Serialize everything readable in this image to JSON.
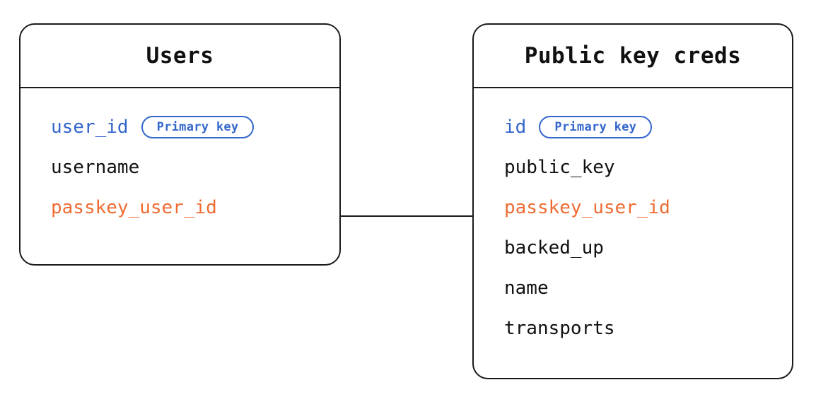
{
  "diagram": {
    "type": "entity-relationship-diagram",
    "background_color": "#ffffff",
    "colors": {
      "stroke": "#1a1a1a",
      "text": "#111111",
      "primary_key": "#3366cc",
      "foreign_key": "#ee6c33",
      "badge_border": "#3366cc"
    },
    "entities": [
      {
        "id": "users",
        "title": "Users",
        "fields": [
          {
            "name": "user_id",
            "role": "key",
            "badge": "Primary key"
          },
          {
            "name": "username",
            "role": "plain",
            "badge": null
          },
          {
            "name": "passkey_user_id",
            "role": "fk",
            "badge": null
          }
        ]
      },
      {
        "id": "public-key-creds",
        "title": "Public key creds",
        "fields": [
          {
            "name": "id",
            "role": "key",
            "badge": "Primary key"
          },
          {
            "name": "public_key",
            "role": "plain",
            "badge": null
          },
          {
            "name": "passkey_user_id",
            "role": "fk",
            "badge": null
          },
          {
            "name": "backed_up",
            "role": "plain",
            "badge": null
          },
          {
            "name": "name",
            "role": "plain",
            "badge": null
          },
          {
            "name": "transports",
            "role": "plain",
            "badge": null
          }
        ]
      }
    ],
    "relationships": [
      {
        "id": "users-to-public-key-creds",
        "from": "users",
        "from_field": "passkey_user_id",
        "to": "public-key-creds",
        "to_field": "passkey_user_id",
        "style": "solid"
      }
    ]
  }
}
